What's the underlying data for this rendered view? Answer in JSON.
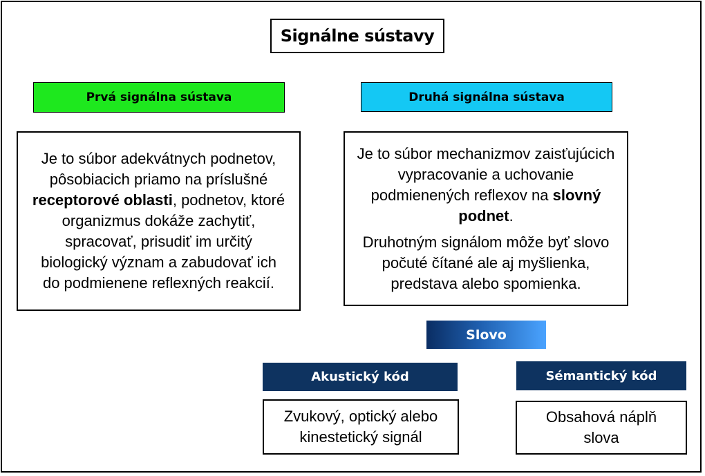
{
  "title": "Signálne sústavy",
  "first_system": {
    "header": "Prvá signálna sústava",
    "header_color": "#1ee81e",
    "text_before": "Je to súbor adekvátnych podnetov, pôsobiacich priamo na príslušné ",
    "text_bold": "receptorové oblasti",
    "text_after": ", podnetov, ktoré organizmus dokáže zachytiť, spracovať, prisudiť im určitý biologický význam a zabudovať ich do podmienene reflexných reakcií."
  },
  "second_system": {
    "header": "Druhá signálna sústava",
    "header_color": "#14c8f4",
    "p1_before": "Je to súbor mechanizmov zaisťujúcich vypracovanie a uchovanie podmienených reflexov na ",
    "p1_bold": "slovný podnet",
    "p1_after": ".",
    "p2": "Druhotným signálom môže byť slovo počuté čítané ale aj myšlienka, predstava alebo spomienka."
  },
  "word": {
    "label": "Slovo"
  },
  "acoustic_code": {
    "label": "Akustický kód",
    "description": "Zvukový, optický alebo kinestetický signál"
  },
  "semantic_code": {
    "label": "Sémantický kód",
    "description": "Obsahová náplň slova"
  },
  "colors": {
    "navy": "#0e3360",
    "green": "#1ee81e",
    "cyan": "#14c8f4"
  }
}
